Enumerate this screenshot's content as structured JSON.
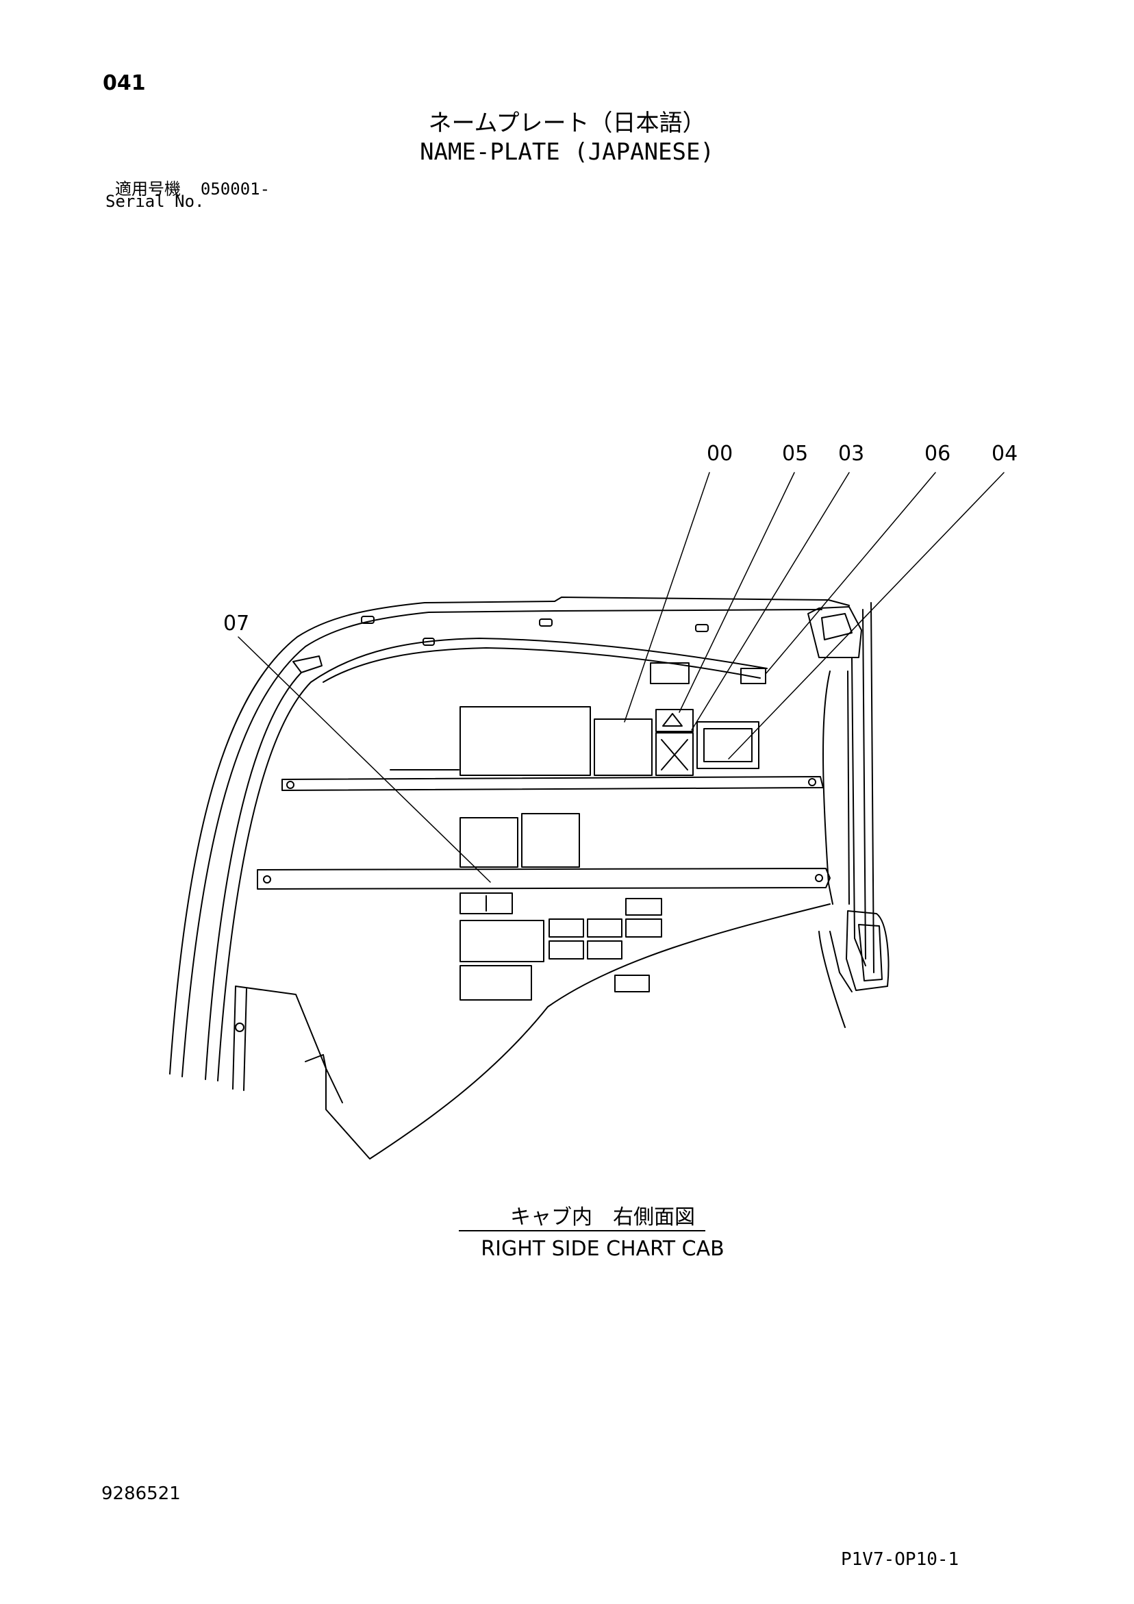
{
  "page_number": "041",
  "title_jp": "ネームプレート（日本語）",
  "title_en": "NAME-PLATE (JAPANESE)",
  "serial": {
    "label_jp": "適用号機",
    "value": "050001-",
    "label_en": "Serial No."
  },
  "callouts": [
    "00",
    "05",
    "03",
    "06",
    "04",
    "07"
  ],
  "caption_jp": "キャブ内　右側面図",
  "caption_en": "RIGHT SIDE CHART CAB",
  "doc_number": "9286521",
  "figure_code": "P1V7-OP10-1",
  "colors": {
    "ink": "#000000",
    "paper": "#ffffff"
  }
}
